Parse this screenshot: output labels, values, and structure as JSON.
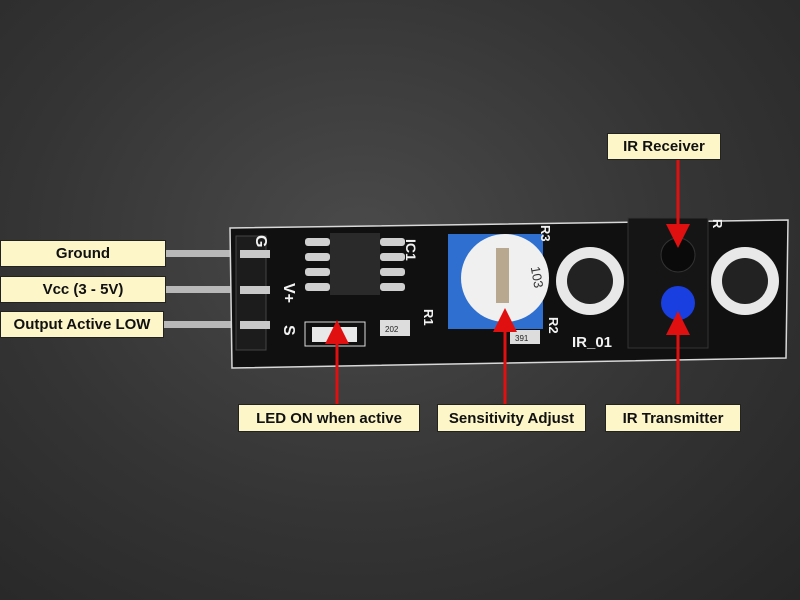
{
  "labels": {
    "ground": "Ground",
    "vcc": "Vcc (3 - 5V)",
    "output": "Output Active LOW",
    "led": "LED ON when active",
    "sensitivity": "Sensitivity Adjust",
    "ir_transmitter": "IR Transmitter",
    "ir_receiver": "IR Receiver"
  },
  "silkscreen": {
    "g": "G",
    "vplus": "V+",
    "s": "S",
    "ic1": "IC1",
    "r3": "R3",
    "r1": "R1",
    "r2": "R2",
    "ir01": "IR_01",
    "r": "R",
    "res202": "202",
    "res391": "391",
    "pot": "103"
  },
  "colors": {
    "label_bg": "#fcf6c9",
    "arrow": "#e01010",
    "pcb": "#111111",
    "pot": "#2f6fd0",
    "ir_led": "#1a3fe0"
  }
}
